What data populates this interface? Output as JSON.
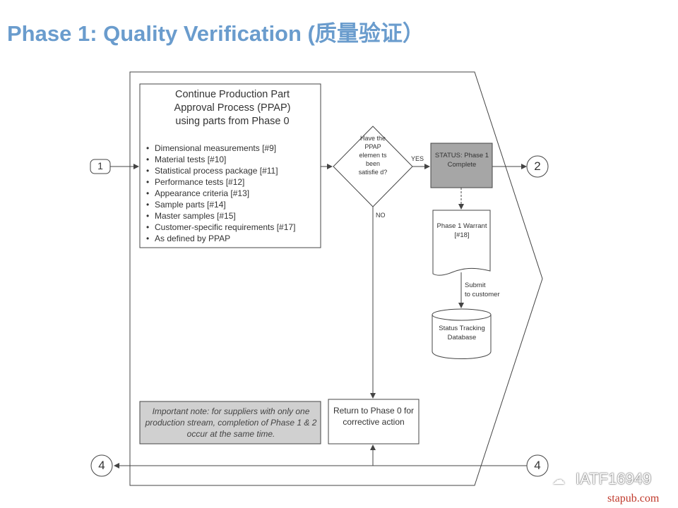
{
  "title": "Phase 1: Quality Verification (质量验证）",
  "main_box": {
    "title": "Continue Production Part\nApproval Process (PPAP)\nusing parts from Phase 0",
    "items": [
      "Dimensional measurements [#9]",
      "Material tests [#10]",
      "Statistical process package [#11]",
      "Performance tests [#12]",
      "Appearance criteria [#13]",
      "Sample parts [#14]",
      "Master samples [#15]",
      "Customer-specific requirements [#17]",
      "As defined by PPAP"
    ]
  },
  "decision": {
    "text": "Have the PPAP elemen ts been satisfie d?",
    "yes_label": "YES",
    "no_label": "NO"
  },
  "status_box": {
    "text": "STATUS: Phase 1 Complete",
    "fill": "#a6a6a6"
  },
  "warrant_doc": {
    "text": "Phase 1 Warrant [#18]"
  },
  "submit_label": "Submit\nto customer",
  "database": {
    "text": "Status Tracking Database"
  },
  "note": {
    "text": "Important note: for suppliers with only one production stream, completion of Phase 1 & 2 occur at the same time.",
    "fill": "#d0d0d0"
  },
  "return_box": {
    "text": "Return to Phase 0 for corrective action"
  },
  "connectors": {
    "in": "1",
    "out": "2",
    "loop_left": "4",
    "loop_right": "4"
  },
  "watermark": {
    "brand": "IATF16949",
    "site": "stapub.com"
  },
  "colors": {
    "title": "#6a9ccd",
    "line": "#444444"
  }
}
